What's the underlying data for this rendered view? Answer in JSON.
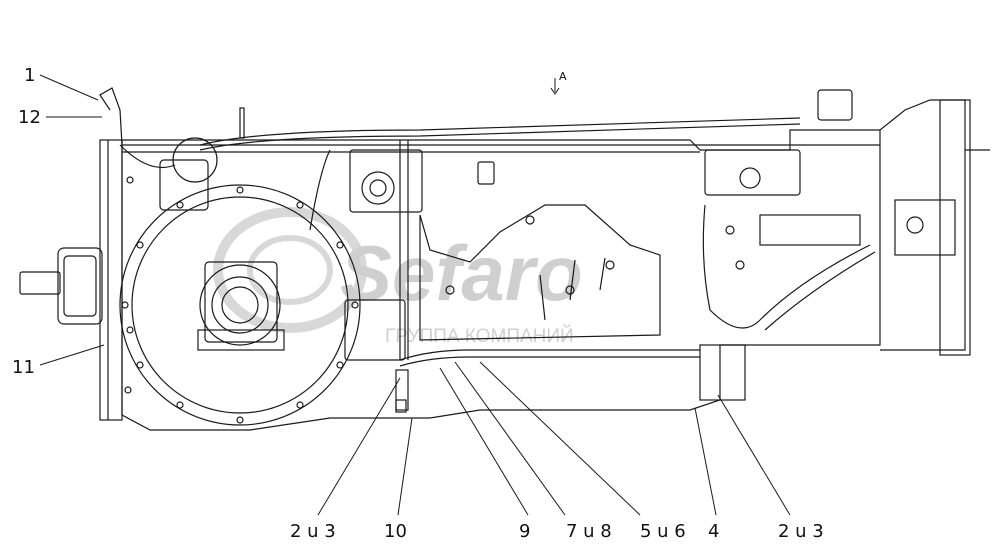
{
  "view_marker": "A",
  "callouts": {
    "c1": "1",
    "c12": "12",
    "c11": "11",
    "c2u3_left": "2 u 3",
    "c10": "10",
    "c9": "9",
    "c7u8": "7 u 8",
    "c5u6": "5 u 6",
    "c4": "4",
    "c2u3_right": "2 u 3"
  },
  "watermark": {
    "brand": "Sefaro",
    "tagline": "ГРУППА КОМПАНИЙ"
  },
  "colors": {
    "line": "#1a1a1a",
    "watermark": "#cfcfcf"
  }
}
